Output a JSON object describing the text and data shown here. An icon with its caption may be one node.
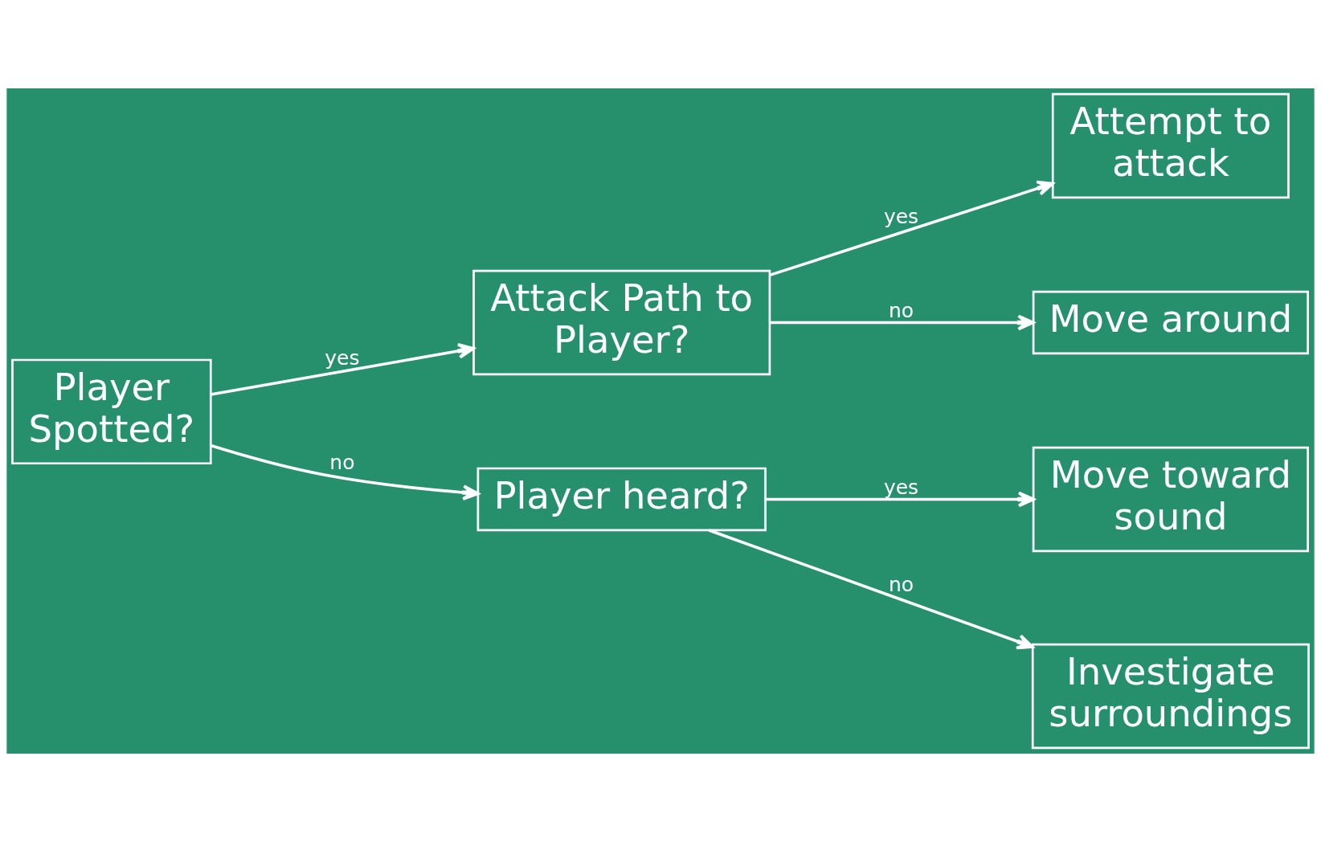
{
  "diagram": {
    "nodes": [
      {
        "text": [
          "Player Spotted?"
        ]
      },
      {
        "text": [
          "Attack Path to Player?"
        ]
      },
      {
        "text": [
          "Player heard?"
        ]
      },
      {
        "text": [
          "Attempt to attack"
        ]
      },
      {
        "text": [
          "Move around"
        ]
      },
      {
        "text": [
          "Move toward sound"
        ]
      },
      {
        "text": [
          "Investigate surroundings"
        ]
      }
    ],
    "edges": [
      {
        "from": 0,
        "to": 1,
        "arrow": "to",
        "label": "yes"
      },
      {
        "from": 0,
        "to": 2,
        "arrow": "to",
        "label": "no"
      },
      {
        "from": 1,
        "to": 3,
        "arrow": "to",
        "label": "yes"
      },
      {
        "from": 1,
        "to": 4,
        "arrow": "to",
        "label": "no"
      },
      {
        "from": 2,
        "to": 5,
        "arrow": "to",
        "label": "yes"
      },
      {
        "from": 2,
        "to": 6,
        "arrow": "to",
        "label": "no"
      }
    ]
  }
}
